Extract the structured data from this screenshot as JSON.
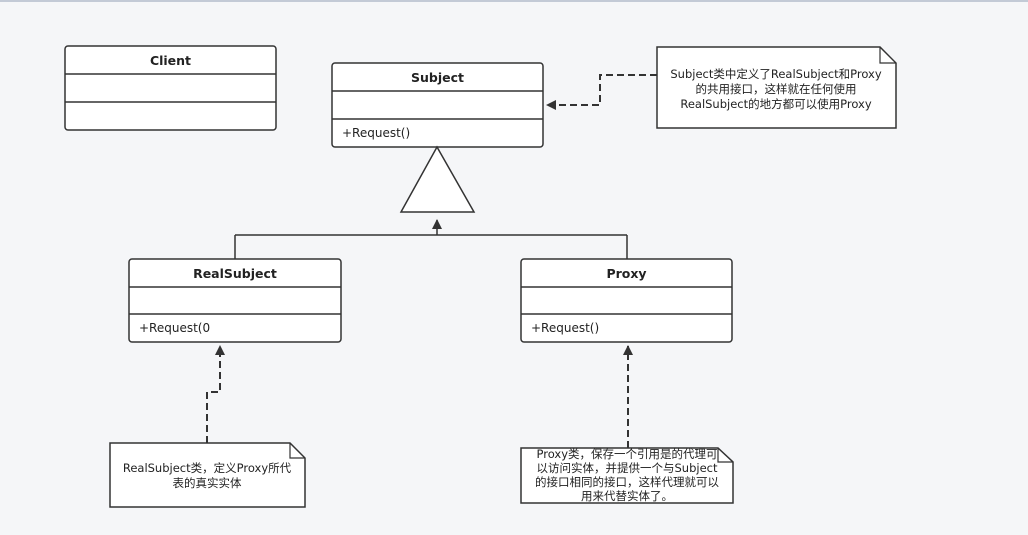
{
  "diagram": {
    "classes": {
      "client": {
        "name": "Client",
        "operation": ""
      },
      "subject": {
        "name": "Subject",
        "operation": "+Request()"
      },
      "realsubject": {
        "name": "RealSubject",
        "operation": "+Request(0"
      },
      "proxy": {
        "name": "Proxy",
        "operation": "+Request()"
      }
    },
    "notes": {
      "subject_note": {
        "lines": [
          "Subject类中定义了RealSubject和Proxy",
          "的共用接口，这样就在任何使用",
          "RealSubject的地方都可以使用Proxy"
        ]
      },
      "realsubject_note": {
        "lines": [
          "RealSubject类，定义Proxy所代",
          "表的真实实体"
        ]
      },
      "proxy_note": {
        "lines": [
          "Proxy类，保存一个引用是的代理可",
          "以访问实体，并提供一个与Subject",
          "的接口相同的接口，这样代理就可以",
          "用来代替实体了。"
        ]
      }
    }
  },
  "colors": {
    "background": "#f5f6f8",
    "stroke": "#333333",
    "fill": "#ffffff",
    "top_border": "#c3cad6"
  }
}
